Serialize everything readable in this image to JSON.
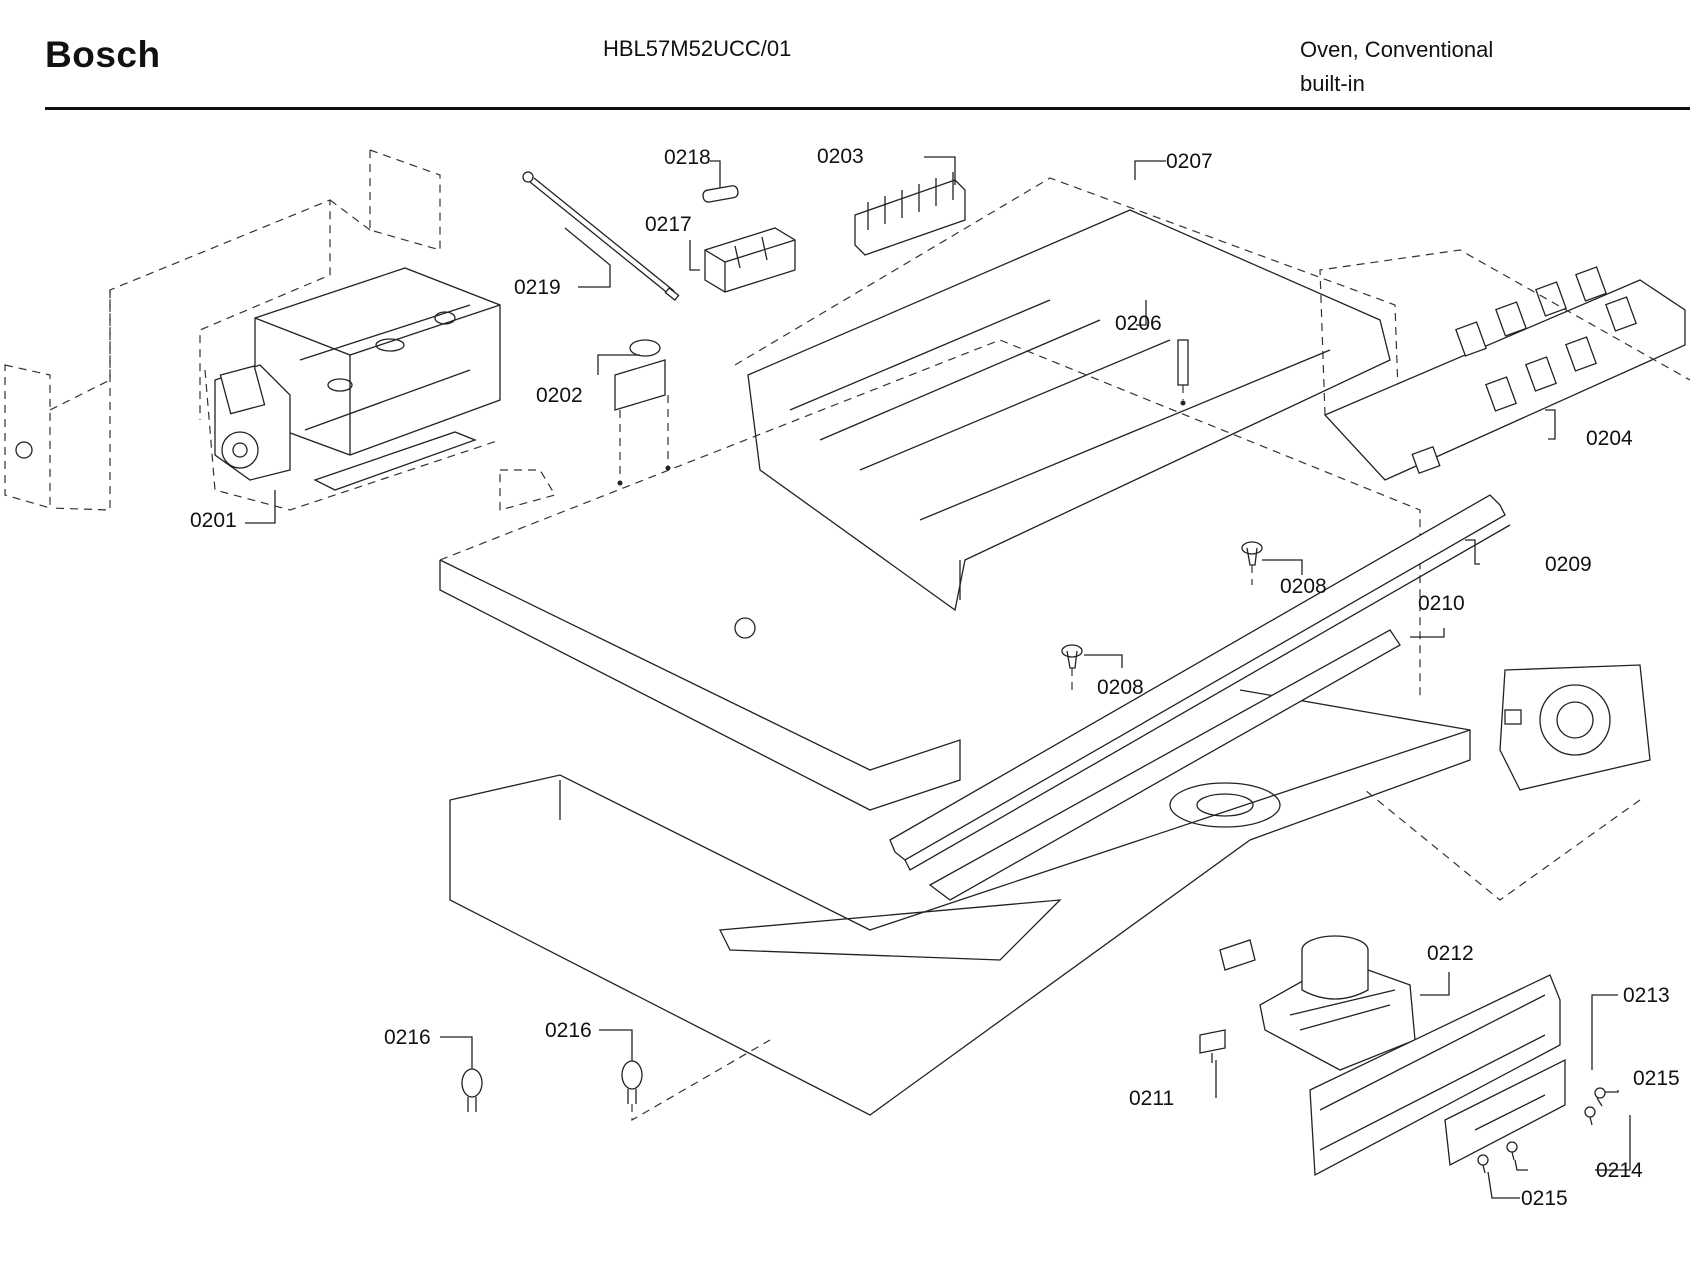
{
  "header": {
    "brand": "Bosch",
    "model": "HBL57M52UCC/01",
    "description_line1": "Oven, Conventional",
    "description_line2": "built-in"
  },
  "callouts": {
    "c0201": "0201",
    "c0202": "0202",
    "c0203": "0203",
    "c0204": "0204",
    "c0206": "0206",
    "c0207": "0207",
    "c0208a": "0208",
    "c0208b": "0208",
    "c0209": "0209",
    "c0210": "0210",
    "c0211": "0211",
    "c0212": "0212",
    "c0213": "0213",
    "c0214": "0214",
    "c0215a": "0215",
    "c0215b": "0215",
    "c0216a": "0216",
    "c0216b": "0216",
    "c0217": "0217",
    "c0218": "0218",
    "c0219": "0219"
  }
}
